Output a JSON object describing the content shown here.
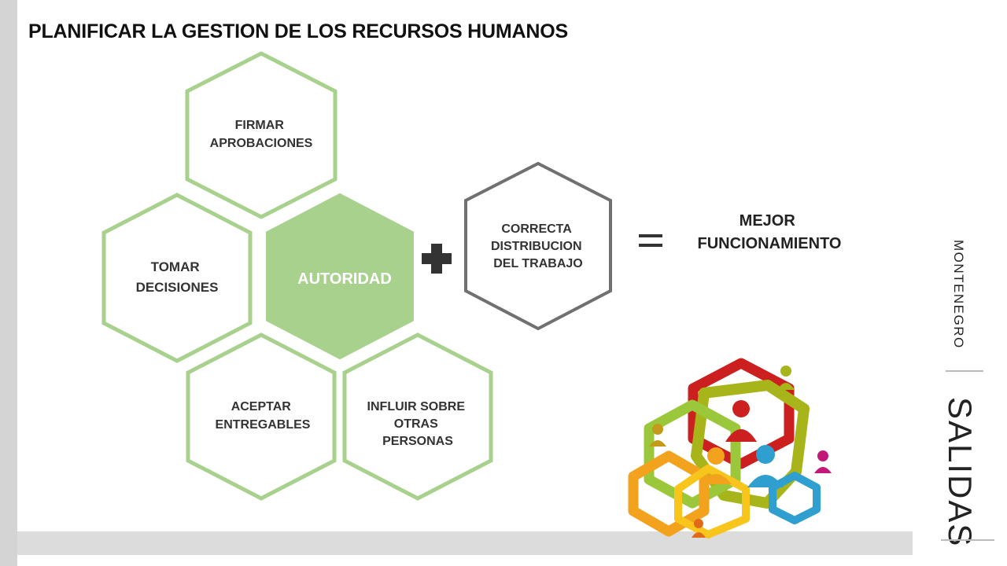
{
  "slide": {
    "title": "PLANIFICAR LA GESTION DE LOS RECURSOS HUMANOS",
    "side_brand": "MONTENEGRO",
    "side_section": "SALIDAS"
  },
  "diagram": {
    "hexagons": [
      {
        "id": "firmar",
        "lines": [
          "FIRMAR",
          "APROBACIONES"
        ],
        "style": "green-outline"
      },
      {
        "id": "tomar",
        "lines": [
          "TOMAR",
          "DECISIONES"
        ],
        "style": "green-outline"
      },
      {
        "id": "autoridad",
        "lines": [
          "AUTORIDAD"
        ],
        "style": "green-filled"
      },
      {
        "id": "aceptar",
        "lines": [
          "ACEPTAR",
          "ENTREGABLES"
        ],
        "style": "green-outline"
      },
      {
        "id": "influir",
        "lines": [
          "INFLUIR SOBRE",
          "OTRAS",
          "PERSONAS"
        ],
        "style": "green-outline"
      },
      {
        "id": "correcta",
        "lines": [
          "CORRECTA",
          "DISTRIBUCION",
          "DEL TRABAJO"
        ],
        "style": "gray-outline"
      }
    ],
    "result_lines": [
      "MEJOR",
      "FUNCIONAMIENTO"
    ],
    "colors": {
      "green_outline": "#a9d18e",
      "green_fill": "#a9d18e",
      "gray_outline": "#707070",
      "operator": "#333333"
    },
    "people_icons": [
      "red-person-icon",
      "orange-person-icon",
      "blue-person-icon",
      "lime-person-icon",
      "olive-person-icon",
      "magenta-person-icon",
      "small-orange-person-icon"
    ]
  }
}
